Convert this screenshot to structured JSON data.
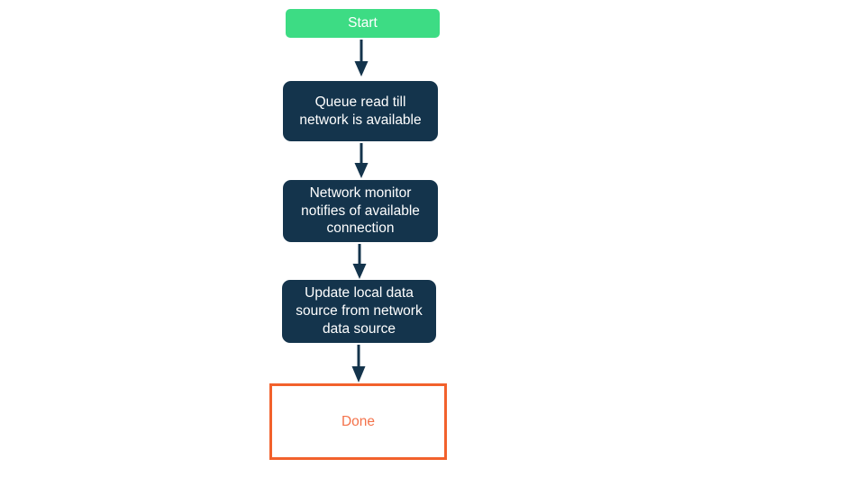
{
  "diagram": {
    "type": "flowchart",
    "orientation": "top-to-bottom",
    "background_color": "#ffffff",
    "colors": {
      "start_fill": "#3ddc84",
      "start_text": "#ffffff",
      "process_fill": "#14344c",
      "process_text": "#ffffff",
      "done_border": "#f2612c",
      "done_fill": "#ffffff",
      "done_text": "#f4724a",
      "arrow": "#14344c"
    },
    "nodes": [
      {
        "id": "start",
        "label": "Start",
        "shape": "rounded-rect",
        "style": "start"
      },
      {
        "id": "queue-read",
        "label": "Queue read till\nnetwork is available",
        "shape": "rounded-rect",
        "style": "process"
      },
      {
        "id": "network-monitor",
        "label": "Network monitor\nnotifies of available\nconnection",
        "shape": "rounded-rect",
        "style": "process"
      },
      {
        "id": "update-local",
        "label": "Update local data\nsource from network\ndata source",
        "shape": "rounded-rect",
        "style": "process"
      },
      {
        "id": "done",
        "label": "Done",
        "shape": "rect",
        "style": "terminal"
      }
    ],
    "edges": [
      {
        "id": "edge-1",
        "from": "start",
        "to": "queue-read",
        "label": ""
      },
      {
        "id": "edge-2",
        "from": "queue-read",
        "to": "network-monitor",
        "label": ""
      },
      {
        "id": "edge-3",
        "from": "network-monitor",
        "to": "update-local",
        "label": ""
      },
      {
        "id": "edge-4",
        "from": "update-local",
        "to": "done",
        "label": ""
      }
    ]
  }
}
